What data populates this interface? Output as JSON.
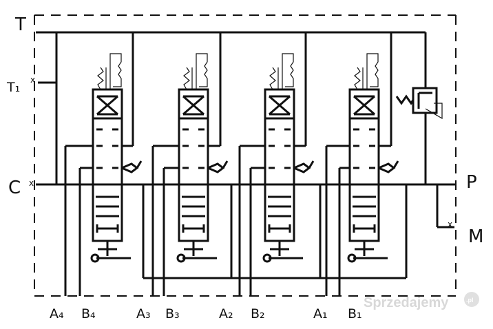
{
  "diagram": {
    "labels": {
      "T": "T",
      "T1": "T₁",
      "C": "C",
      "P": "P",
      "M": "M",
      "x": "x"
    },
    "sections": [
      {
        "id": "4",
        "a_label": "A₄",
        "b_label": "B₄"
      },
      {
        "id": "3",
        "a_label": "A₃",
        "b_label": "B₃"
      },
      {
        "id": "2",
        "a_label": "A₂",
        "b_label": "B₂"
      },
      {
        "id": "1",
        "a_label": "A₁",
        "b_label": "B₁"
      }
    ],
    "colors": {
      "line": "#111111",
      "watermark": "#d8d8d8"
    }
  },
  "watermark": {
    "text": "Sprzedajemy",
    "suffix": ".pl"
  }
}
